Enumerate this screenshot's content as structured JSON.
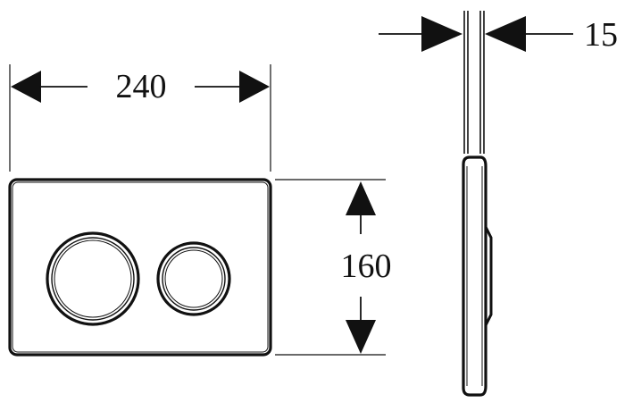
{
  "dimensions": {
    "width": "240",
    "height": "160",
    "depth": "15"
  },
  "colors": {
    "line": "#111111",
    "background": "#ffffff"
  }
}
